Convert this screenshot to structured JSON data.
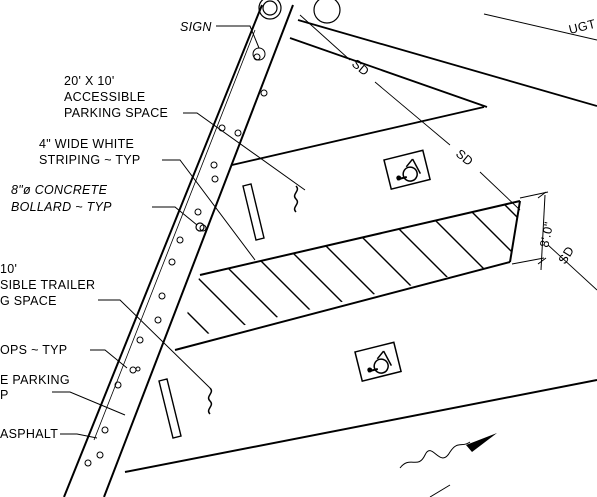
{
  "drawing": {
    "labels": {
      "sign": "SIGN",
      "accessible_parking_1": "20' X 10'",
      "accessible_parking_2": "ACCESSIBLE",
      "accessible_parking_3": "PARKING SPACE",
      "striping_1": "4\" WIDE WHITE",
      "striping_2": "STRIPING ~ TYP",
      "bollard_1": "8\"ø CONCRETE",
      "bollard_2": "BOLLARD ~ TYP",
      "trailer_1": "10'",
      "trailer_2": "SIBLE TRAILER",
      "trailer_3": "G SPACE",
      "stops": "OPS ~ TYP",
      "parking_1": "E PARKING",
      "parking_2": "P",
      "asphalt": "ASPHALT",
      "dimension": "8'.0\"",
      "ugt": "UGT",
      "sd1": "SD",
      "sd2": "SD",
      "sd3": "SD"
    },
    "icons": [
      "accessible-parking-symbol",
      "accessible-parking-symbol"
    ]
  }
}
